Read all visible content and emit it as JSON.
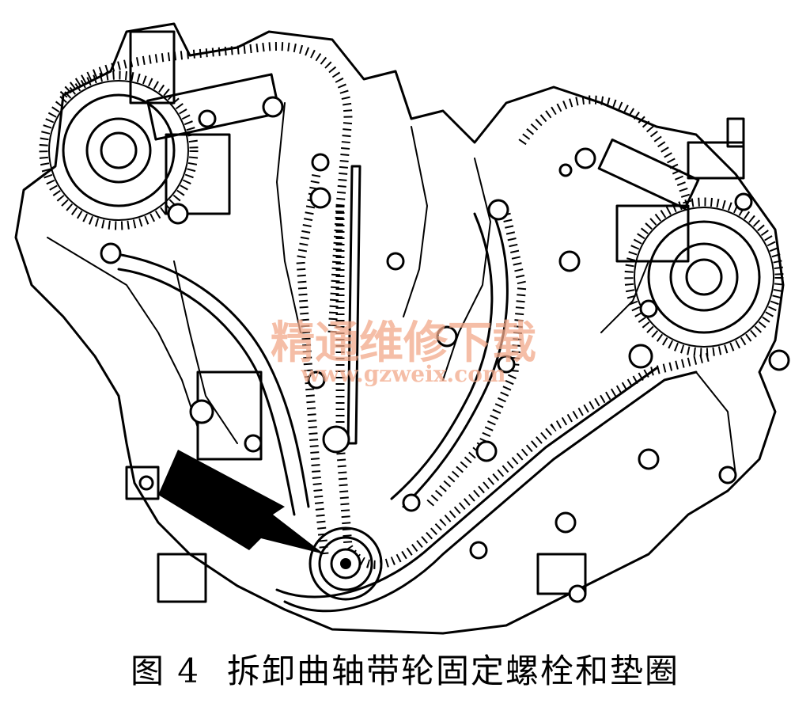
{
  "caption": {
    "figure_label": "图 4",
    "title": "拆卸曲轴带轮固定螺栓和垫圈"
  },
  "watermark": {
    "site_name": "精通维修下载",
    "site_url": "www.gzweix.com",
    "color": "#f2a98a"
  },
  "icons": {
    "pointer": "arrow-pointer-icon"
  }
}
